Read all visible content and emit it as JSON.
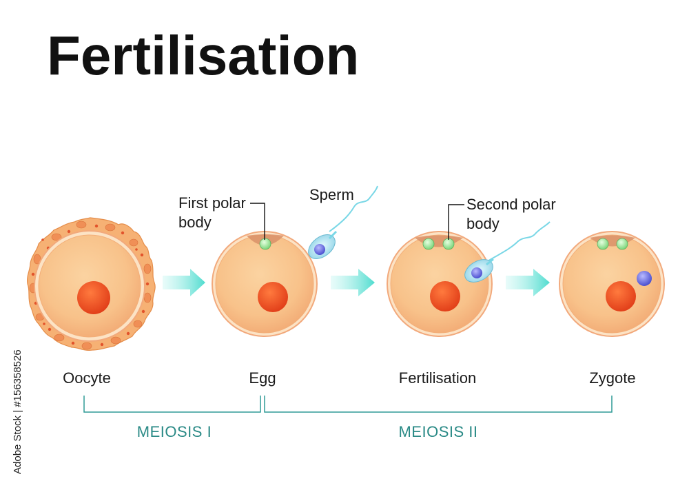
{
  "title": "Fertilisation",
  "stages": [
    {
      "label": "Oocyte"
    },
    {
      "label": "Egg"
    },
    {
      "label": "Fertilisation"
    },
    {
      "label": "Zygote"
    }
  ],
  "annotations": {
    "first_polar_body": [
      "First polar",
      "body"
    ],
    "sperm": "Sperm",
    "second_polar_body": [
      "Second polar",
      "body"
    ]
  },
  "phases": {
    "meiosis_1": "MEIOSIS I",
    "meiosis_2": "MEIOSIS II"
  },
  "stock_id": "Adobe Stock | #156358526",
  "colors": {
    "cell_fill": "#f8c58f",
    "cell_rim": "#f2a97c",
    "nucleus": "#ec4a1c",
    "follicle": "#f4a35c",
    "arrow": "#5fe1d6",
    "phase_text": "#2a8a86",
    "polar_body": "#8fe08f",
    "sperm_head": "#6c6fe0"
  },
  "icons": {
    "arrow": "right-arrow-icon",
    "sperm": "sperm-icon"
  }
}
